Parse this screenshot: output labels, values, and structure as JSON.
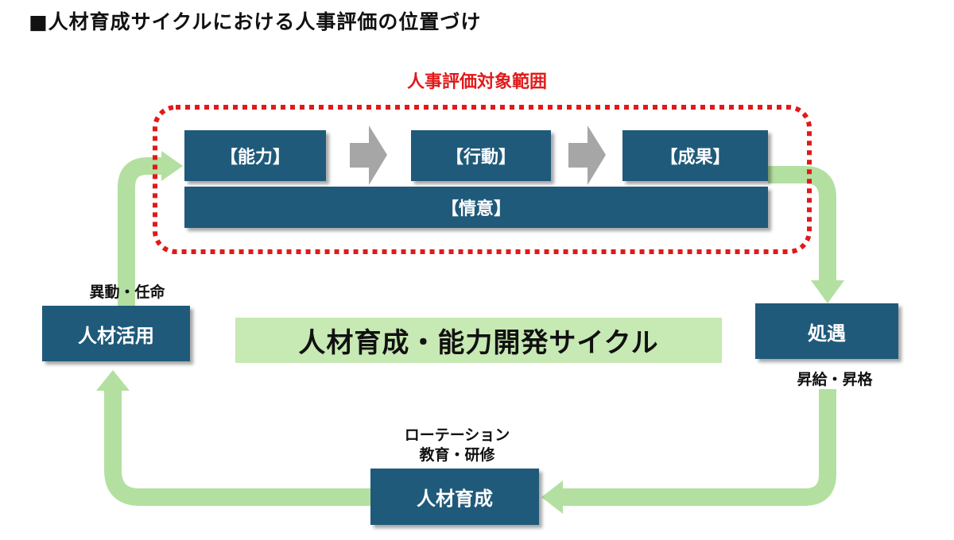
{
  "title": "■人材育成サイクルにおける人事評価の位置づけ",
  "scope": {
    "label": "人事評価対象範囲",
    "border_color": "#e01a1a"
  },
  "evaluation_items": {
    "ability": "【能力】",
    "behavior": "【行動】",
    "result": "【成果】",
    "motivation": "【情意】"
  },
  "cycle": {
    "center_label": "人材育成・能力開発サイクル",
    "utilization": {
      "label": "人材活用",
      "caption": "異動・任命"
    },
    "treatment": {
      "label": "処遇",
      "caption": "昇給・昇格"
    },
    "development": {
      "label": "人材育成",
      "caption_line1": "ローテーション",
      "caption_line2": "教育・研修"
    }
  },
  "colors": {
    "box": "#1f5a7a",
    "cycle_arrow": "#b3e0a0",
    "center_fill": "#c7e9b3",
    "step_arrow": "#a6a6a6"
  }
}
